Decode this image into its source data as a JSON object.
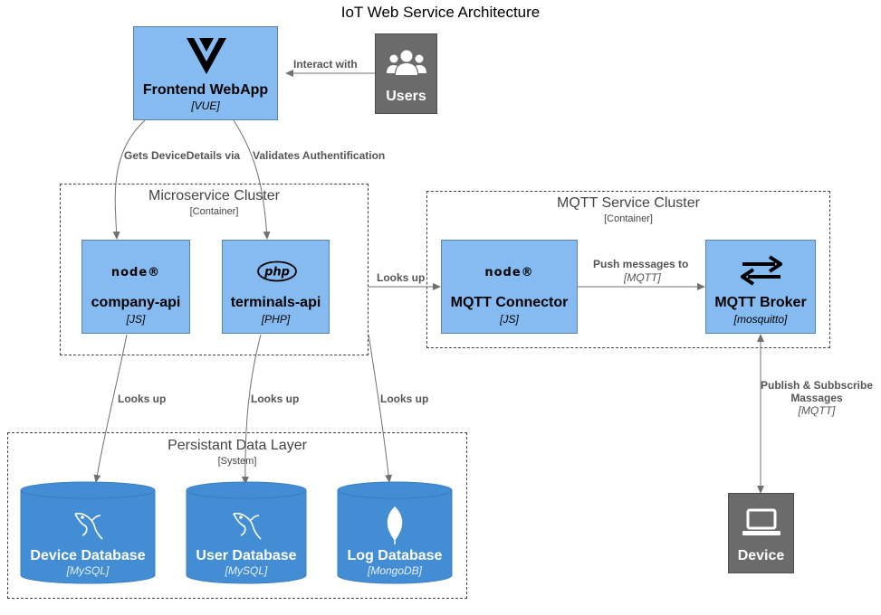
{
  "title": "IoT Web Service Architecture",
  "colors": {
    "container": "#85bbf0",
    "container_border": "#5d82a8",
    "database": "#438dd5",
    "person": "#6b6b6b",
    "edge": "#707070"
  },
  "clusters": {
    "microservice": {
      "title": "Microservice Cluster",
      "stereotype": "[Container]"
    },
    "mqtt": {
      "title": "MQTT Service Cluster",
      "stereotype": "[Container]"
    },
    "persistence": {
      "title": "Persistant Data Layer",
      "stereotype": "[System]"
    }
  },
  "nodes": {
    "frontend": {
      "name": "Frontend WebApp",
      "tech": "[VUE]",
      "icon": "vue-logo-icon"
    },
    "users": {
      "name": "Users",
      "icon": "users-group-icon"
    },
    "company_api": {
      "name": "company-api",
      "tech": "[JS]",
      "icon": "nodejs-logo-icon",
      "logo_text": "node"
    },
    "terminals_api": {
      "name": "terminals-api",
      "tech": "[PHP]",
      "icon": "php-logo-icon",
      "logo_text": "php"
    },
    "mqtt_connector": {
      "name": "MQTT Connector",
      "tech": "[JS]",
      "icon": "nodejs-logo-icon",
      "logo_text": "node"
    },
    "mqtt_broker": {
      "name": "MQTT Broker",
      "tech": "[mosquitto]",
      "icon": "exchange-arrows-icon"
    },
    "device": {
      "name": "Device",
      "icon": "laptop-icon"
    },
    "device_db": {
      "name": "Device Database",
      "tech": "[MySQL]",
      "icon": "mysql-dolphin-icon"
    },
    "user_db": {
      "name": "User Database",
      "tech": "[MySQL]",
      "icon": "mysql-dolphin-icon"
    },
    "log_db": {
      "name": "Log Database",
      "tech": "[MongoDB]",
      "icon": "mongodb-leaf-icon"
    }
  },
  "edges": {
    "interact": {
      "label": "Interact with"
    },
    "gets_details": {
      "label": "Gets DeviceDetails via"
    },
    "validates": {
      "label": "Validates Authentification"
    },
    "looks_up_mqtt": {
      "label": "Looks up"
    },
    "push": {
      "label": "Push messages to",
      "tech": "[MQTT]"
    },
    "looks_up_device_db": {
      "label": "Looks up"
    },
    "looks_up_user_db": {
      "label": "Looks up"
    },
    "looks_up_log_db": {
      "label": "Looks up"
    },
    "publish": {
      "label_line1": "Publish & Subbscribe",
      "label_line2": "Massages",
      "tech": "[MQTT]"
    }
  }
}
